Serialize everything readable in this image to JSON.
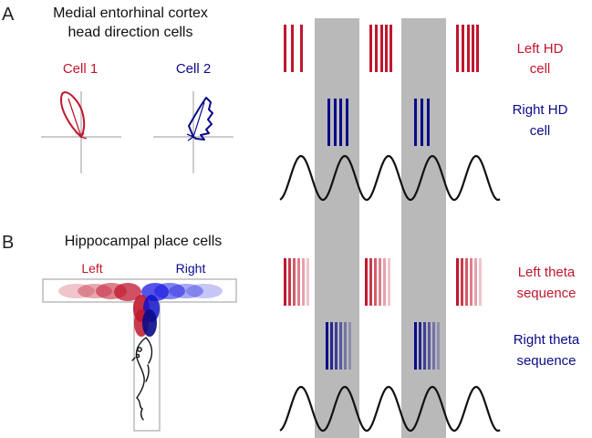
{
  "panel_a": {
    "letter": "A",
    "title_line1": "Medial entorhinal cortex",
    "title_line2": "head direction cells",
    "cell1_label": "Cell 1",
    "cell2_label": "Cell 2",
    "left_label_line1": "Left HD",
    "left_label_line2": "cell",
    "right_label_line1": "Right HD",
    "right_label_line2": "cell"
  },
  "panel_b": {
    "letter": "B",
    "title": "Hippocampal place cells",
    "left_arm_label": "Left",
    "right_arm_label": "Right",
    "left_label_line1": "Left theta",
    "left_label_line2": "sequence",
    "right_label_line1": "Right theta",
    "right_label_line2": "sequence"
  },
  "colors": {
    "red": "#c0172e",
    "blue": "#0a0a8a",
    "shade": "#b9b9b9",
    "axis": "#bbbbbb",
    "wave": "#111111"
  }
}
